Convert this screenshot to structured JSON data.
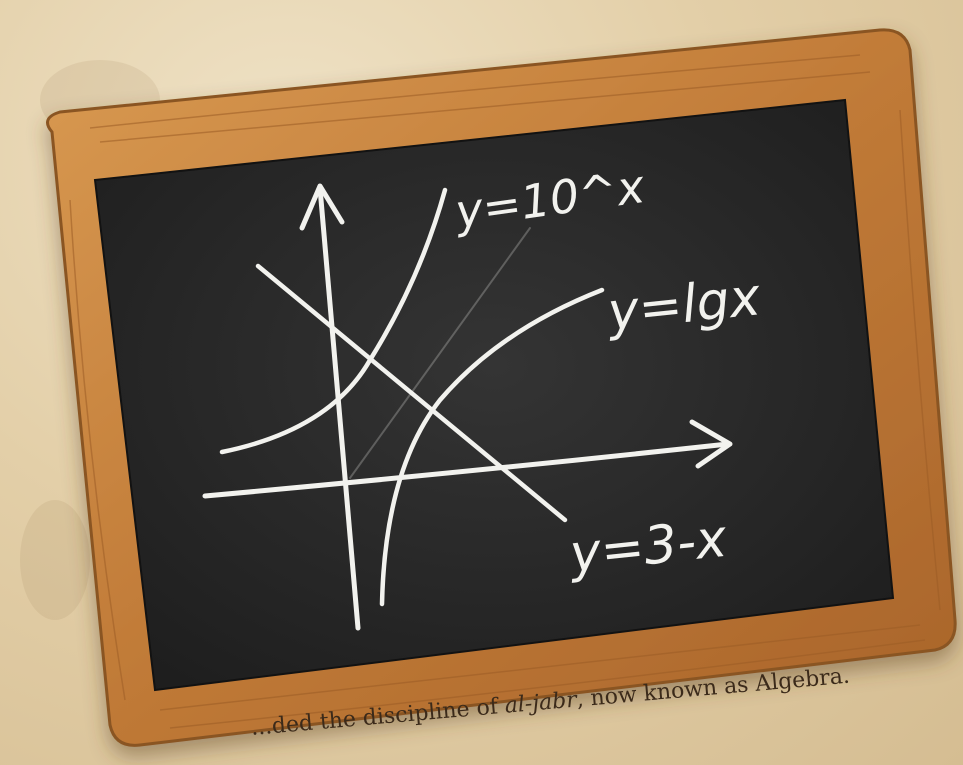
{
  "board": {
    "labels": {
      "exp": "y=10^x",
      "log": "y=lgx",
      "line": "y=3-x"
    }
  },
  "caption": {
    "prefix": "...ded the discipline of ",
    "term": "al-jabr",
    "suffix": ", now known as Algebra."
  },
  "colors": {
    "frame": "#c8853f",
    "chalkboard": "#262626",
    "chalk": "#f2f2ee",
    "background": "#e6d4b0"
  }
}
